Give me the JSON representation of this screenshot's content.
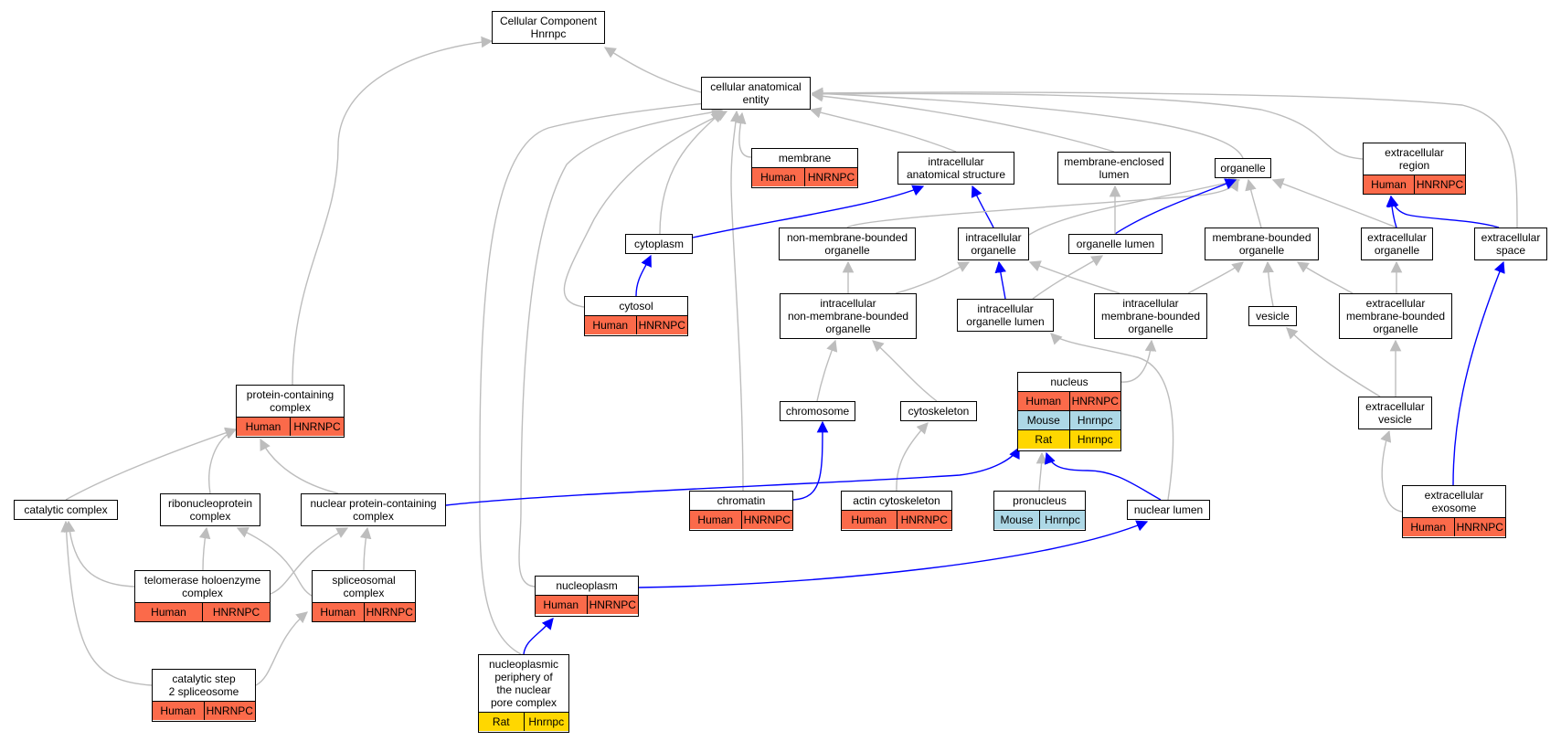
{
  "colors": {
    "edge_default": "#bdbdbd",
    "edge_highlight": "#0000ff",
    "human": "#fb6a4a",
    "mouse": "#add8e6",
    "rat": "#ffd700"
  },
  "nodes": {
    "root": {
      "label": "Cellular Component\nHnrnpc"
    },
    "cae": {
      "label": "cellular anatomical\nentity"
    },
    "membrane": {
      "label": "membrane",
      "rows": [
        {
          "species": "Human",
          "gene": "HNRNPC"
        }
      ]
    },
    "ias": {
      "label": "intracellular\nanatomical structure"
    },
    "mel": {
      "label": "membrane-enclosed\nlumen"
    },
    "organelle": {
      "label": "organelle"
    },
    "exreg": {
      "label": "extracellular\nregion",
      "rows": [
        {
          "species": "Human",
          "gene": "HNRNPC"
        }
      ]
    },
    "cytoplasm": {
      "label": "cytoplasm"
    },
    "nmbo": {
      "label": "non-membrane-bounded\norganelle"
    },
    "io": {
      "label": "intracellular\norganelle"
    },
    "ol": {
      "label": "organelle lumen"
    },
    "mbo": {
      "label": "membrane-bounded\norganelle"
    },
    "exorg": {
      "label": "extracellular\norganelle"
    },
    "exspace": {
      "label": "extracellular\nspace"
    },
    "cytosol": {
      "label": "cytosol",
      "rows": [
        {
          "species": "Human",
          "gene": "HNRNPC"
        }
      ]
    },
    "inmbo": {
      "label": "intracellular\nnon-membrane-bounded\norganelle"
    },
    "iol": {
      "label": "intracellular\norganelle lumen"
    },
    "imbo": {
      "label": "intracellular\nmembrane-bounded\norganelle"
    },
    "vesicle": {
      "label": "vesicle"
    },
    "embo": {
      "label": "extracellular\nmembrane-bounded\norganelle"
    },
    "pcc": {
      "label": "protein-containing\ncomplex",
      "rows": [
        {
          "species": "Human",
          "gene": "HNRNPC"
        }
      ]
    },
    "chromosome": {
      "label": "chromosome"
    },
    "cytoskeleton": {
      "label": "cytoskeleton"
    },
    "nucleus": {
      "label": "nucleus",
      "rows": [
        {
          "species": "Human",
          "gene": "HNRNPC"
        },
        {
          "species": "Mouse",
          "gene": "Hnrnpc"
        },
        {
          "species": "Rat",
          "gene": "Hnrnpc"
        }
      ]
    },
    "exves": {
      "label": "extracellular\nvesicle"
    },
    "catcx": {
      "label": "catalytic complex"
    },
    "rnp": {
      "label": "ribonucleoprotein\ncomplex"
    },
    "npcc": {
      "label": "nuclear protein-containing\ncomplex"
    },
    "chromatin": {
      "label": "chromatin",
      "rows": [
        {
          "species": "Human",
          "gene": "HNRNPC"
        }
      ]
    },
    "actin": {
      "label": "actin cytoskeleton",
      "rows": [
        {
          "species": "Human",
          "gene": "HNRNPC"
        }
      ]
    },
    "pronucleus": {
      "label": "pronucleus",
      "rows": [
        {
          "species": "Mouse",
          "gene": "Hnrnpc"
        }
      ]
    },
    "nl": {
      "label": "nuclear lumen"
    },
    "exo": {
      "label": "extracellular\nexosome",
      "rows": [
        {
          "species": "Human",
          "gene": "HNRNPC"
        }
      ]
    },
    "telo": {
      "label": "telomerase holoenzyme\ncomplex",
      "rows": [
        {
          "species": "Human",
          "gene": "HNRNPC"
        }
      ]
    },
    "splice": {
      "label": "spliceosomal\ncomplex",
      "rows": [
        {
          "species": "Human",
          "gene": "HNRNPC"
        }
      ]
    },
    "nucleoplasm": {
      "label": "nucleoplasm",
      "rows": [
        {
          "species": "Human",
          "gene": "HNRNPC"
        }
      ]
    },
    "cs2": {
      "label": "catalytic step\n2 spliceosome",
      "rows": [
        {
          "species": "Human",
          "gene": "HNRNPC"
        }
      ]
    },
    "nppc": {
      "label": "nucleoplasmic\nperiphery of\nthe nuclear\npore complex",
      "rows": [
        {
          "species": "Rat",
          "gene": "Hnrnpc"
        }
      ]
    }
  }
}
